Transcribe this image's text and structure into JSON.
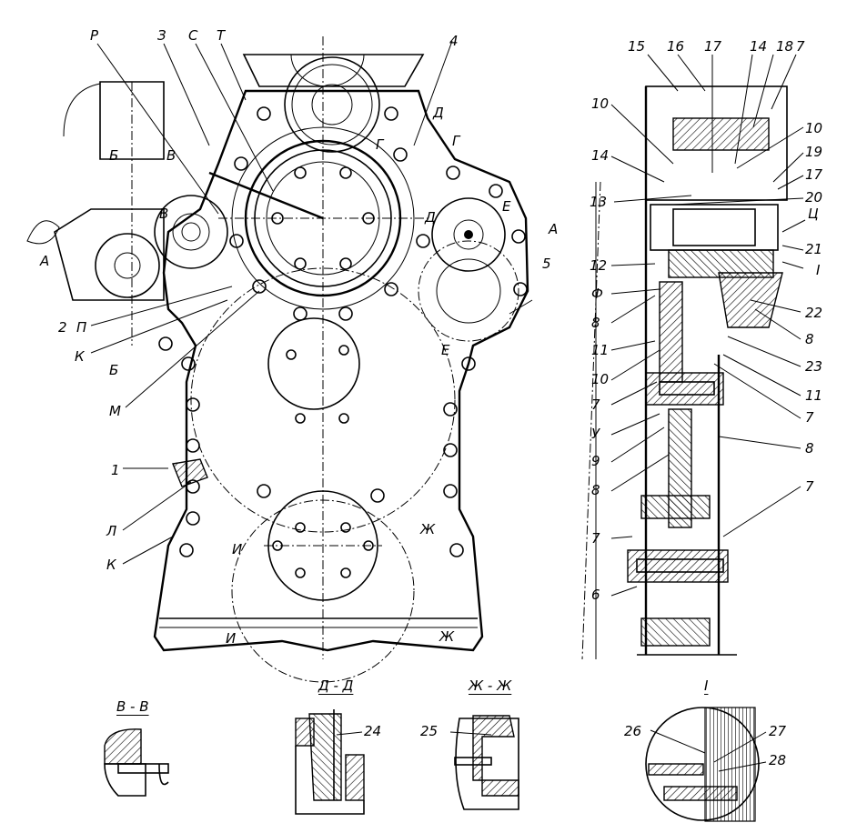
{
  "drawing": {
    "type": "engineering assembly drawing (gear train cover, front view and section)",
    "front_view": {
      "callouts": [
        {
          "id": "P",
          "text": "Р"
        },
        {
          "id": "Z",
          "text": "З"
        },
        {
          "id": "S",
          "text": "С"
        },
        {
          "id": "T",
          "text": "Т"
        },
        {
          "id": "4",
          "text": "4"
        },
        {
          "id": "5",
          "text": "5"
        },
        {
          "id": "2",
          "text": "2"
        },
        {
          "id": "Pi",
          "text": "П"
        },
        {
          "id": "K",
          "text": "К"
        },
        {
          "id": "M",
          "text": "М"
        },
        {
          "id": "1",
          "text": "1"
        },
        {
          "id": "L",
          "text": "Л"
        },
        {
          "id": "Kk",
          "text": "К"
        }
      ],
      "section_marks": [
        {
          "id": "A-left",
          "text": "А"
        },
        {
          "id": "A-right",
          "text": "А"
        },
        {
          "id": "B-top",
          "text": "Б"
        },
        {
          "id": "B-bottom",
          "text": "Б"
        },
        {
          "id": "V-top",
          "text": "В"
        },
        {
          "id": "V-mid",
          "text": "В"
        },
        {
          "id": "G-left",
          "text": "Г"
        },
        {
          "id": "G-right",
          "text": "Г"
        },
        {
          "id": "D-top",
          "text": "Д"
        },
        {
          "id": "D-mid",
          "text": "Д"
        },
        {
          "id": "E-top",
          "text": "Е"
        },
        {
          "id": "E-bottom",
          "text": "Е"
        },
        {
          "id": "I-top",
          "text": "И"
        },
        {
          "id": "I-bottom",
          "text": "И"
        },
        {
          "id": "Zh-top",
          "text": "Ж"
        },
        {
          "id": "Zh-bottom",
          "text": "Ж"
        }
      ]
    },
    "section_view": {
      "callouts_right": [
        "15",
        "16",
        "17",
        "14",
        "18",
        "7",
        "10",
        "19",
        "17",
        "20",
        "Ц",
        "21",
        "I",
        "22",
        "8",
        "23",
        "11",
        "7",
        "8",
        "7"
      ],
      "callouts_left": [
        "10",
        "14",
        "13",
        "12",
        "Ф",
        "8",
        "11",
        "10",
        "7",
        "У",
        "9",
        "8",
        "7",
        "6"
      ]
    },
    "detail_views": [
      {
        "title": "В - В",
        "callouts": []
      },
      {
        "title": "Д - Д",
        "callouts": [
          "24"
        ]
      },
      {
        "title": "Ж - Ж",
        "callouts": [
          "25"
        ]
      },
      {
        "title": "I",
        "callouts": [
          "26",
          "27",
          "28"
        ]
      }
    ]
  }
}
